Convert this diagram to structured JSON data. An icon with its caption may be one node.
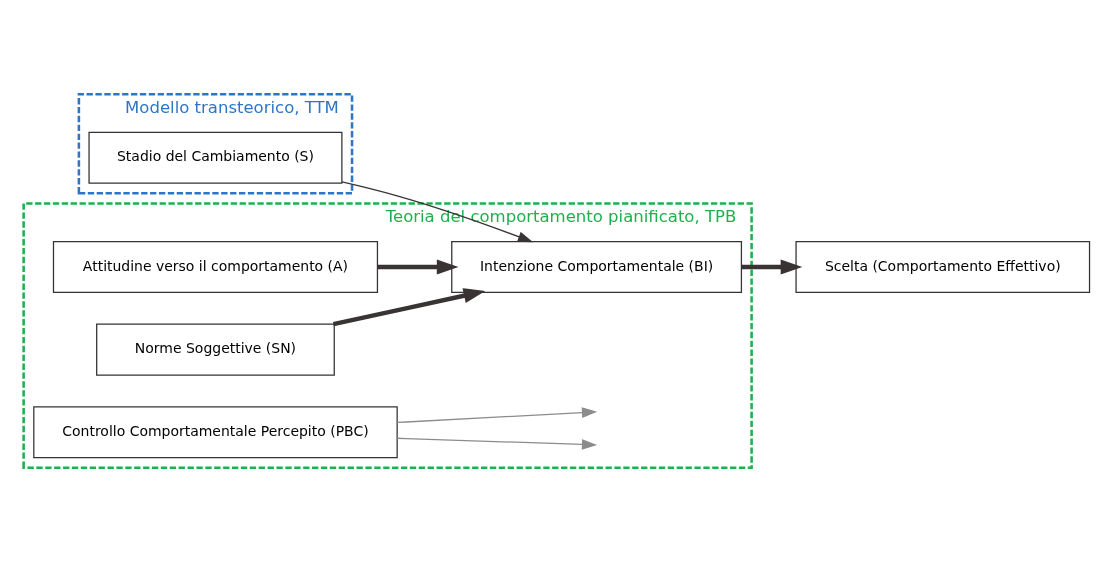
{
  "diagram": {
    "nodes": [
      {
        "text": [
          "Modello transteorico, TTM"
        ]
      },
      {
        "text": [
          "Stadio del Cambiamento (S)"
        ],
        "in": 0
      },
      {
        "text": [
          "Teoria del comportamento pianificato, TPB"
        ]
      },
      {
        "text": [
          "Attitudine verso il comportamento (A)"
        ],
        "in": 2
      },
      {
        "text": [
          "Norme Soggettive (SN)"
        ],
        "in": 2
      },
      {
        "text": [
          "Controllo Comportamentale Percepito (PBC)"
        ],
        "in": 2
      },
      {
        "text": [
          "Intenzione Comportamentale (BI)"
        ],
        "in": 2
      },
      {
        "text": [
          "Scelta (Comportamento Effettivo)"
        ]
      }
    ],
    "edges": [
      {
        "from": 1,
        "to": 6,
        "arrow": "to"
      },
      {
        "from": 3,
        "to": 6,
        "arrow": "to",
        "style": "thick"
      },
      {
        "from": 4,
        "to": 6,
        "arrow": "to",
        "style": "thick"
      },
      {
        "from": 5,
        "to": null,
        "arrow": "to",
        "color": "#8c8c8c"
      },
      {
        "from": 5,
        "to": null,
        "arrow": "to",
        "color": "#8c8c8c"
      },
      {
        "from": 6,
        "to": 7,
        "arrow": "to",
        "style": "thick"
      }
    ]
  }
}
